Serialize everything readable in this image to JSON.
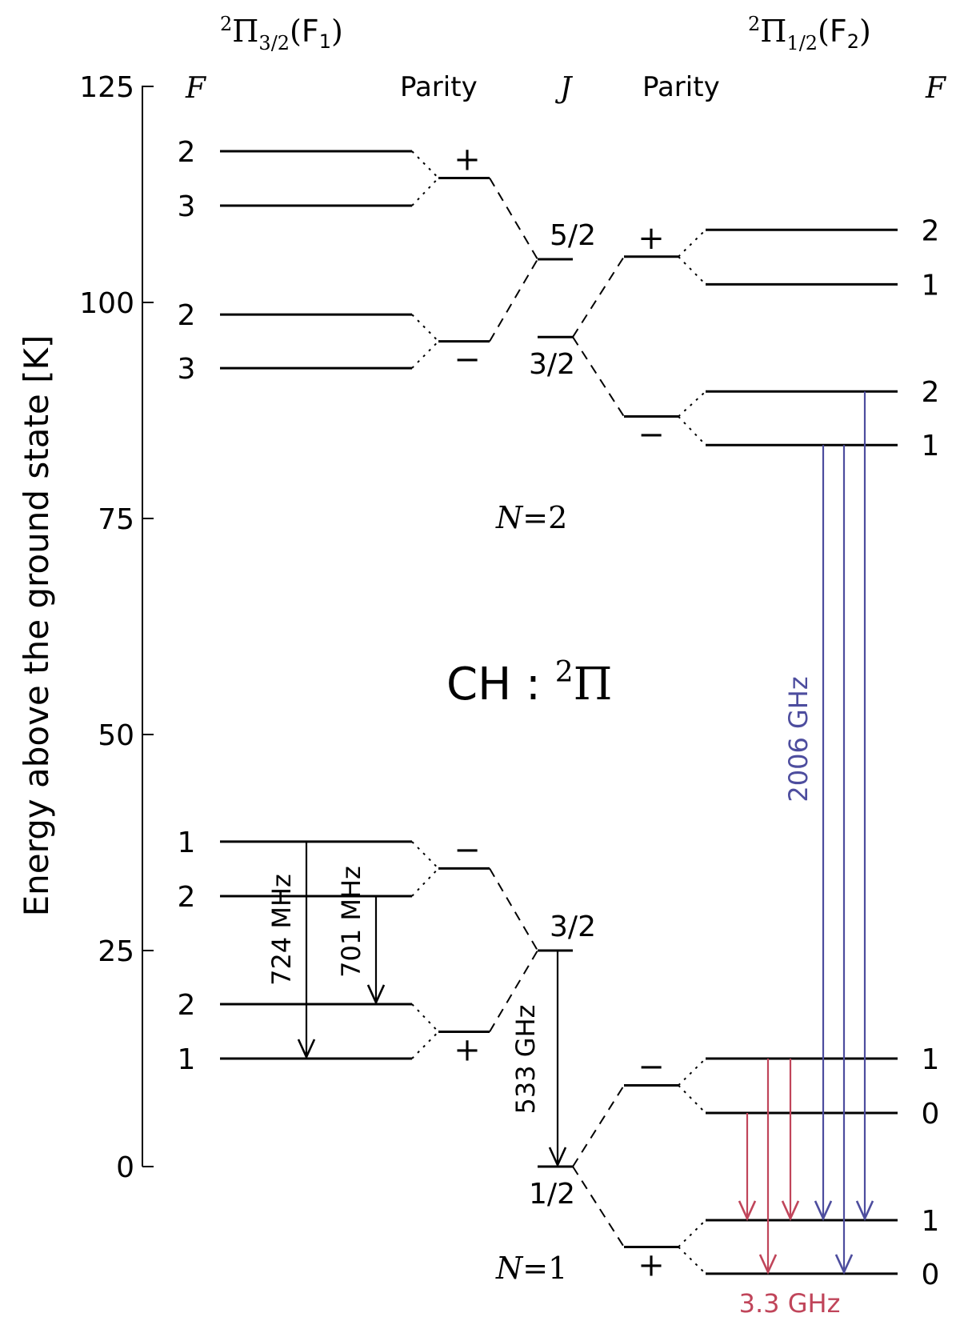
{
  "title": "CH : ²Π",
  "axis": {
    "label": "Energy above the ground state [K]",
    "ticks": [
      {
        "value": 0,
        "label": "0"
      },
      {
        "value": 25,
        "label": "25"
      },
      {
        "value": 50,
        "label": "50"
      },
      {
        "value": 75,
        "label": "75"
      },
      {
        "value": 100,
        "label": "100"
      },
      {
        "value": 125,
        "label": "125"
      }
    ]
  },
  "headers": {
    "left_ladder": "²Π3/2(F1)",
    "right_ladder": "²Π1/2(F2)",
    "f_left": "F",
    "f_right": "F",
    "parity_left": "Parity",
    "parity_right": "Parity",
    "j": "J"
  },
  "rotational_labels": {
    "n2": "N=2",
    "n1": "N=1"
  },
  "levels": {
    "left_F": [
      {
        "label": "2",
        "energy": 117.5
      },
      {
        "label": "3",
        "energy": 111.2
      },
      {
        "label": "2",
        "energy": 98.6
      },
      {
        "label": "3",
        "energy": 92.4
      },
      {
        "label": "1",
        "energy": 37.6
      },
      {
        "label": "2",
        "energy": 31.3
      },
      {
        "label": "2",
        "energy": 18.8
      },
      {
        "label": "1",
        "energy": 12.5
      }
    ],
    "left_parity": [
      {
        "label": "+",
        "energy": 114.4
      },
      {
        "label": "−",
        "energy": 95.5
      },
      {
        "label": "−",
        "energy": 34.5
      },
      {
        "label": "+",
        "energy": 15.6
      }
    ],
    "J": [
      {
        "label": "5/2",
        "energy": 105.0
      },
      {
        "label": "3/2",
        "energy": 96.0
      },
      {
        "label": "3/2",
        "energy": 25.0
      },
      {
        "label": "1/2",
        "energy": 0.0
      }
    ],
    "right_parity": [
      {
        "label": "+",
        "energy": 105.3
      },
      {
        "label": "−",
        "energy": 86.8
      },
      {
        "label": "−",
        "energy": 9.4
      },
      {
        "label": "+",
        "energy": -9.3
      }
    ],
    "right_F": [
      {
        "label": "2",
        "energy": 108.4
      },
      {
        "label": "1",
        "energy": 102.1
      },
      {
        "label": "2",
        "energy": 89.7
      },
      {
        "label": "1",
        "energy": 83.5
      },
      {
        "label": "1",
        "energy": 12.5
      },
      {
        "label": "0",
        "energy": 6.2
      },
      {
        "label": "1",
        "energy": -6.2
      },
      {
        "label": "0",
        "energy": -12.4
      }
    ]
  },
  "transitions": [
    {
      "label": "724 MHz",
      "color": "#000000"
    },
    {
      "label": "701 MHz",
      "color": "#000000"
    },
    {
      "label": "533 GHz",
      "color": "#000000"
    },
    {
      "label": "2006 GHz",
      "color": "#4d4d9e"
    },
    {
      "label": "3.3 GHz",
      "color": "#c0455a"
    }
  ],
  "colors": {
    "blue": "#4d4d9e",
    "red": "#c0455a",
    "black": "#000000"
  }
}
